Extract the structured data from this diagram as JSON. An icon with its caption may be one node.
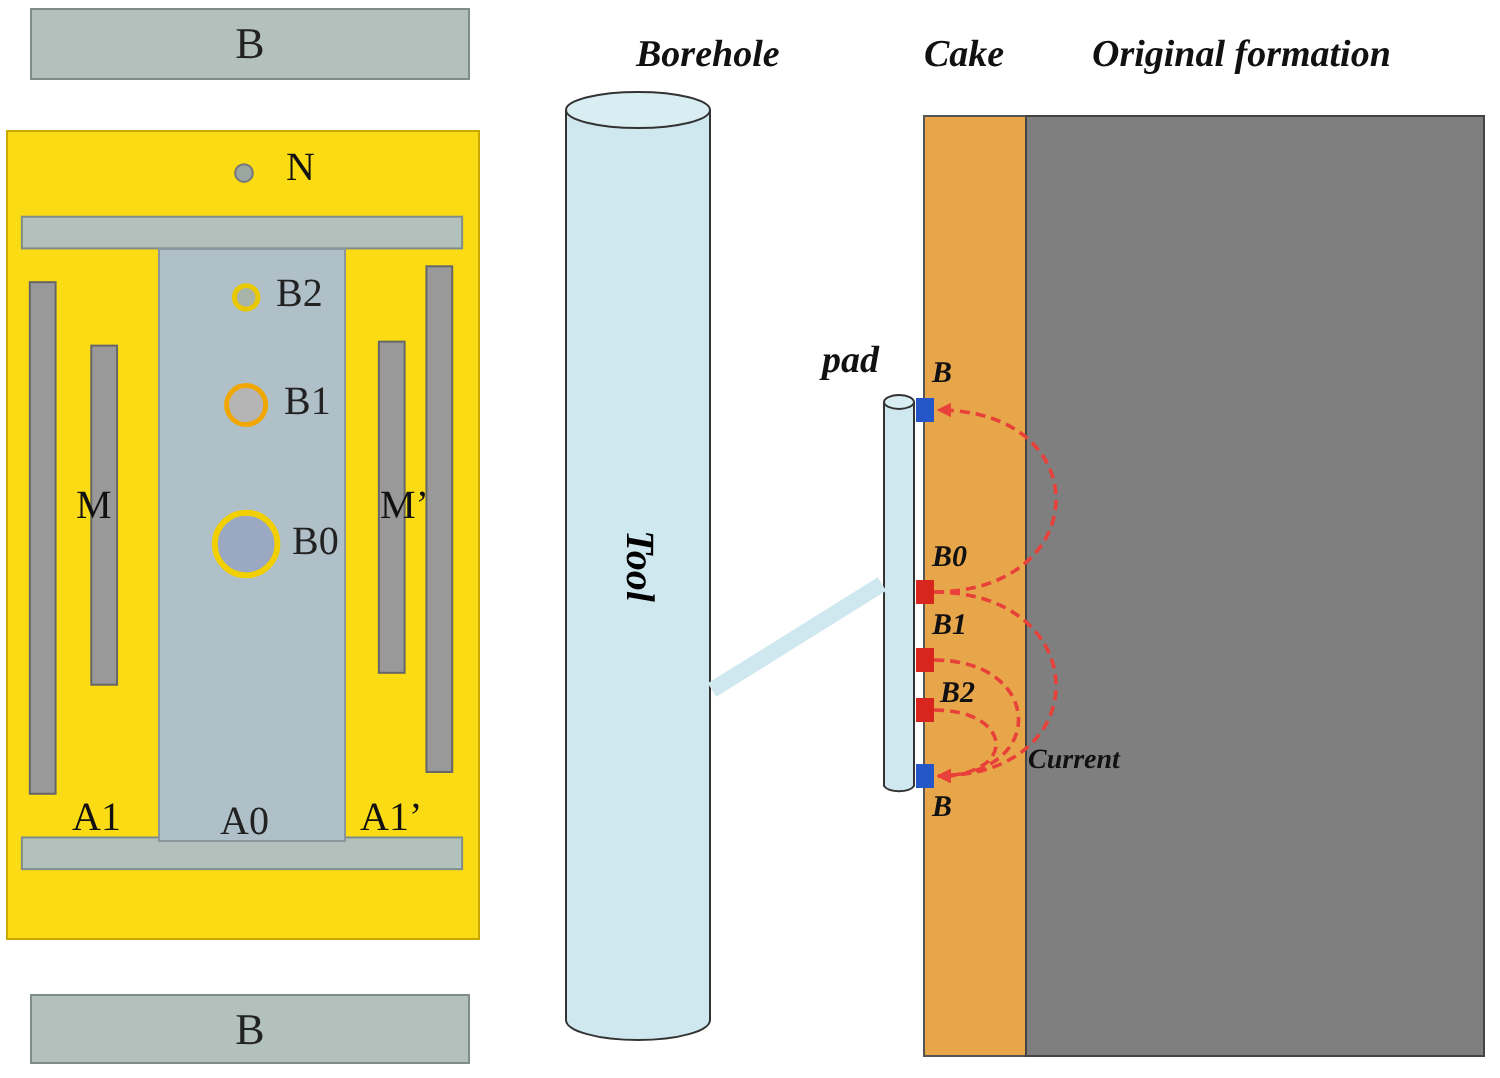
{
  "diagram": {
    "nodes": [
      {
        "text": [
          "B"
        ]
      },
      {
        "text": [],
        "shape": "box"
      },
      {
        "text": [
          "B2",
          "B1",
          "B0",
          "A0"
        ],
        "in": 1
      },
      {
        "text": [
          "Tool"
        ]
      },
      {
        "text": [],
        "shape": "cylinder",
        "beside": [
          "pad"
        ]
      },
      {
        "text": [],
        "shape": "box"
      },
      {
        "text": [],
        "shape": "box"
      },
      {
        "text": [],
        "shape": "box"
      },
      {
        "text": [],
        "shape": "box"
      },
      {
        "text": [],
        "shape": "box"
      },
      {
        "text": [
          "B"
        ]
      }
    ],
    "edges": [
      {
        "from": 3,
        "to": 4,
        "arrow": "none",
        "style": "thick",
        "color": "#cfe8ef"
      },
      {
        "from": 6,
        "to": 5,
        "arrow": "to",
        "style": "dashed"
      },
      {
        "from": 6,
        "to": 9,
        "arrow": "to",
        "style": "dashed"
      },
      {
        "from": 7,
        "to": 9,
        "arrow": "to",
        "style": "dashed"
      },
      {
        "from": 8,
        "to": 9,
        "arrow": "to",
        "style": "dashed"
      }
    ],
    "labels": [
      "Borehole",
      "Cake",
      "Original formation",
      "N",
      "M",
      "M’",
      "A1",
      "A1’",
      "B",
      "B0",
      "B1",
      "B2",
      "Current",
      "B"
    ]
  }
}
